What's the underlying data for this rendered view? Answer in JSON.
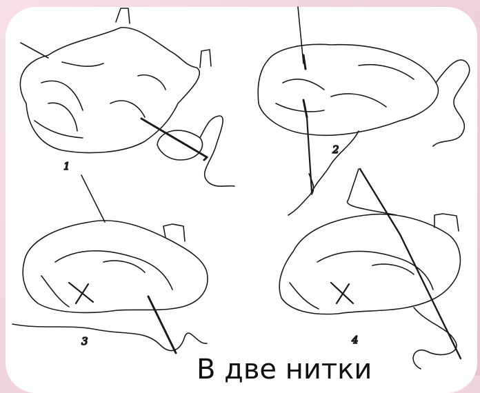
{
  "figures": [
    {
      "number": "1"
    },
    {
      "number": "2"
    },
    {
      "number": "3"
    },
    {
      "number": "4"
    }
  ],
  "caption": "В две нитки",
  "colors": {
    "frame": "#efd3dd",
    "card": "#ffffff",
    "ink": "#1a1a1a"
  }
}
